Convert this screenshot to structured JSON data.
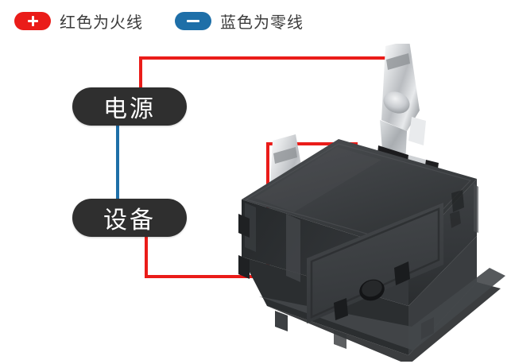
{
  "legend": {
    "entries": [
      {
        "icon": "plus-icon",
        "symbol": "+",
        "label": "红色为火线",
        "color": "#ea1c19"
      },
      {
        "icon": "minus-icon",
        "symbol": "−",
        "label": "蓝色为零线",
        "color": "#1e6fa8"
      }
    ]
  },
  "nodes": {
    "power": {
      "label": "电源"
    },
    "device": {
      "label": "设备"
    }
  },
  "wires": {
    "live_color": "#ea1c19",
    "neutral_color": "#1e6fa8",
    "segments": [
      {
        "name": "power-to-terminal-top",
        "type": "live",
        "path": "up-right"
      },
      {
        "name": "power-to-device-neutral",
        "type": "neutral",
        "path": "vertical"
      },
      {
        "name": "device-to-terminal-low",
        "type": "live",
        "path": "down-right-up"
      }
    ]
  },
  "device": {
    "name": "rocker-switch",
    "terminals": [
      "terminal-left",
      "terminal-right"
    ],
    "body_color": "#3a3c3e"
  }
}
